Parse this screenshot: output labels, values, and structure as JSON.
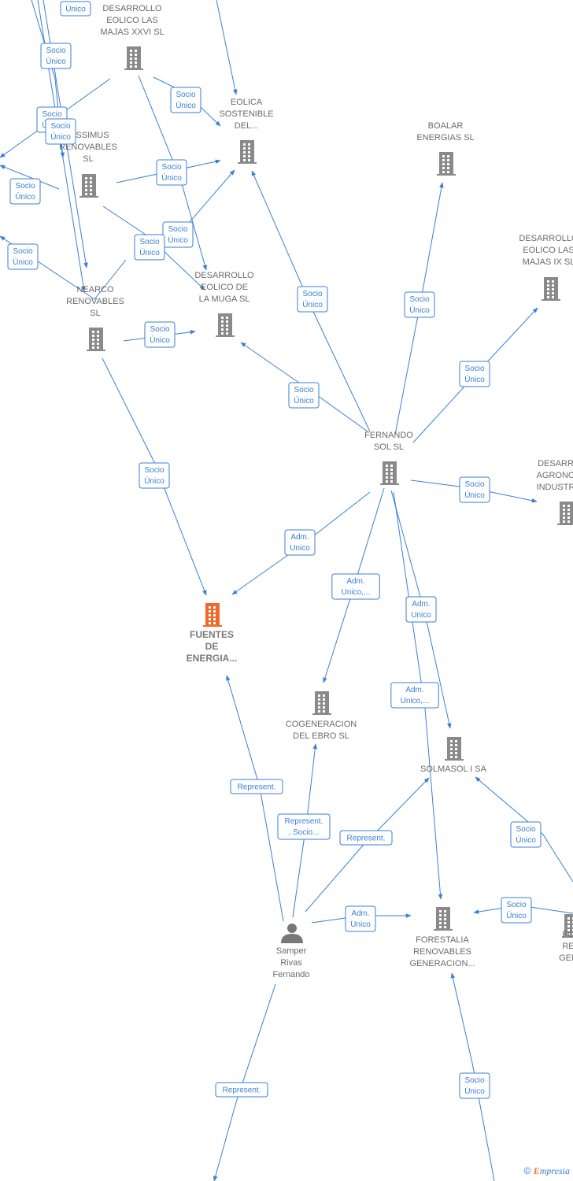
{
  "colors": {
    "edge": "#3a7fd5",
    "building": "#8a8a8a",
    "focus_building": "#ee6a2a",
    "person": "#777777"
  },
  "nodes": [
    {
      "id": "majas26",
      "type": "company",
      "lines": [
        "DESARROLLO",
        "EOLICO LAS",
        "MAJAS XXVI  SL"
      ]
    },
    {
      "id": "eolica",
      "type": "company",
      "lines": [
        "EOLICA",
        "SOSTENIBLE",
        "DEL..."
      ]
    },
    {
      "id": "boalar",
      "type": "company",
      "lines": [
        "BOALAR",
        "ENERGIAS  SL"
      ]
    },
    {
      "id": "ssimus",
      "type": "company",
      "lines": [
        "RISSIMUS",
        "RENOVABLES",
        "SL"
      ]
    },
    {
      "id": "majas9",
      "type": "company",
      "lines": [
        "DESARROLLO",
        "EOLICO LAS",
        "MAJAS IX  SL"
      ]
    },
    {
      "id": "muga",
      "type": "company",
      "lines": [
        "DESARROLLO",
        "EOLICO DE",
        "LA MUGA SL"
      ]
    },
    {
      "id": "nearco",
      "type": "company",
      "lines": [
        "NEARCO",
        "RENOVABLES",
        "SL"
      ]
    },
    {
      "id": "fernando",
      "type": "company",
      "lines": [
        "FERNANDO",
        "SOL SL"
      ]
    },
    {
      "id": "agrono",
      "type": "company",
      "lines": [
        "DESARR",
        "AGRONO",
        "INDUSTR"
      ]
    },
    {
      "id": "fuentes",
      "type": "focus",
      "lines": [
        "FUENTES",
        "DE",
        "ENERGIA..."
      ]
    },
    {
      "id": "cogen",
      "type": "company",
      "lines": [
        "COGENERACION",
        "DEL EBRO  SL"
      ]
    },
    {
      "id": "solmasol",
      "type": "company",
      "lines": [
        "SOLMASOL I SA"
      ]
    },
    {
      "id": "forestalia",
      "type": "company",
      "lines": [
        "FORESTALIA",
        "RENOVABLES",
        "GENERACION..."
      ]
    },
    {
      "id": "forestalia2",
      "type": "company",
      "lines": [
        "FO",
        "RE",
        "GEN"
      ]
    },
    {
      "id": "samper",
      "type": "person",
      "lines": [
        "Samper",
        "Rivas",
        "Fernando"
      ]
    }
  ],
  "tags": [
    {
      "lines": [
        "Único"
      ]
    },
    {
      "lines": [
        "Socio",
        "Único"
      ]
    },
    {
      "lines": [
        "Socio",
        "Único"
      ]
    },
    {
      "lines": [
        "Socio",
        "Único"
      ]
    },
    {
      "lines": [
        "Socio",
        "Único"
      ]
    },
    {
      "lines": [
        "Socio",
        "Único"
      ]
    },
    {
      "lines": [
        "Socio",
        "Único"
      ]
    },
    {
      "lines": [
        "Socio",
        "Único"
      ]
    },
    {
      "lines": [
        "Socio",
        "Único"
      ]
    },
    {
      "lines": [
        "Socio",
        "Único"
      ]
    },
    {
      "lines": [
        "Socio",
        "Único"
      ]
    },
    {
      "lines": [
        "Socio",
        "Único"
      ]
    },
    {
      "lines": [
        "Socio",
        "Único"
      ]
    },
    {
      "lines": [
        "Socio",
        "Único"
      ]
    },
    {
      "lines": [
        "Socio",
        "Único"
      ]
    },
    {
      "lines": [
        "Socio",
        "Único"
      ]
    },
    {
      "lines": [
        "Socio",
        "Único"
      ]
    },
    {
      "lines": [
        "Socio",
        "Único"
      ]
    },
    {
      "lines": [
        "Socio",
        "Único"
      ]
    },
    {
      "lines": [
        "Adm.",
        "Unico"
      ]
    },
    {
      "lines": [
        "Adm.",
        "Unico,..."
      ]
    },
    {
      "lines": [
        "Adm.",
        "Unico"
      ]
    },
    {
      "lines": [
        "Adm.",
        "Unico,..."
      ]
    },
    {
      "lines": [
        "Represent."
      ]
    },
    {
      "lines": [
        "Represent.",
        ", Socio..."
      ]
    },
    {
      "lines": [
        "Represent."
      ]
    },
    {
      "lines": [
        "Socio",
        "Único"
      ]
    },
    {
      "lines": [
        "Adm.",
        "Unico"
      ]
    },
    {
      "lines": [
        "Socio",
        "Único"
      ]
    },
    {
      "lines": [
        "Represent."
      ]
    },
    {
      "lines": [
        "Socio",
        "Único"
      ]
    }
  ],
  "footer": {
    "copyright": "©",
    "brand_first": "E",
    "brand_rest": "mpresia"
  }
}
